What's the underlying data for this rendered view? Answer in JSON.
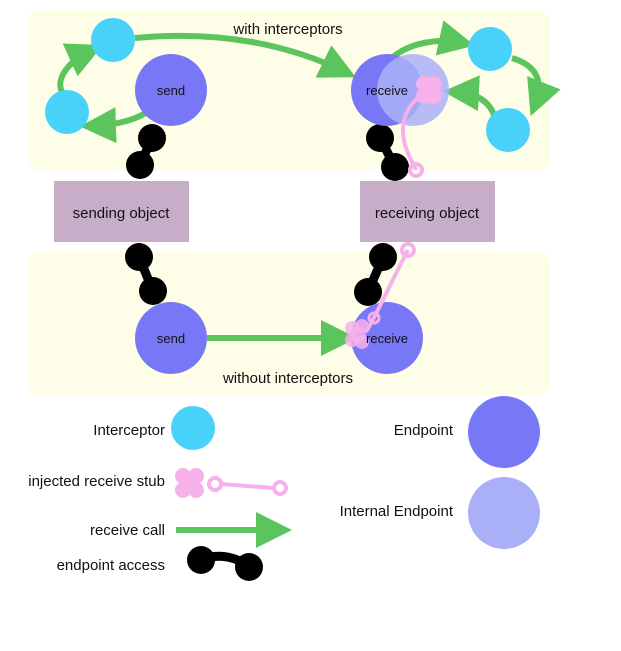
{
  "diagram": {
    "top_label": "with interceptors",
    "bottom_label": "without interceptors",
    "sending_object": "sending object",
    "receiving_object": "receiving object",
    "send": "send",
    "receive": "receive"
  },
  "legend": {
    "interceptor": "Interceptor",
    "endpoint": "Endpoint",
    "stub": "injected receive stub",
    "internal_endpoint": "Internal Endpoint",
    "receive_call": "receive call",
    "endpoint_access": "endpoint access"
  },
  "colors": {
    "panel": "#fdfde8",
    "object_box": "#c6aec8",
    "interceptor": "#48d2fa",
    "endpoint": "#7878f6",
    "internal_endpoint": "#aab0f8",
    "stub": "#f6b0ea",
    "arrow": "#5cc45c",
    "access": "#000000"
  }
}
